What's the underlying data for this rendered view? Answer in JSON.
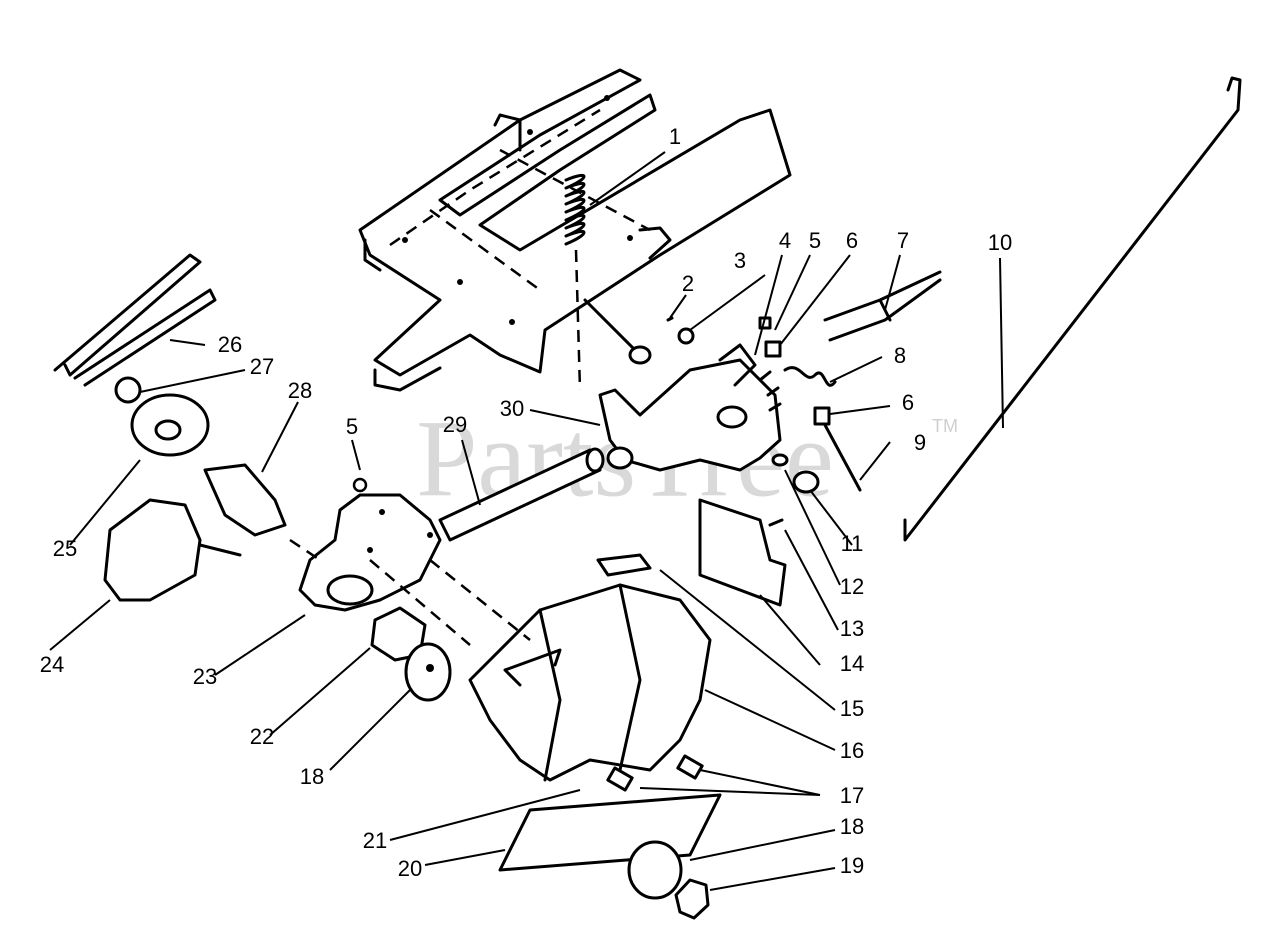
{
  "watermark": {
    "text": "PartsTree",
    "mark": "TM"
  },
  "callouts": [
    "1",
    "2",
    "3",
    "4",
    "5",
    "6",
    "7",
    "8",
    "6",
    "9",
    "10",
    "11",
    "12",
    "13",
    "14",
    "15",
    "16",
    "17",
    "18",
    "19",
    "20",
    "21",
    "18",
    "22",
    "23",
    "24",
    "25",
    "26",
    "27",
    "28",
    "29",
    "30",
    "5"
  ]
}
